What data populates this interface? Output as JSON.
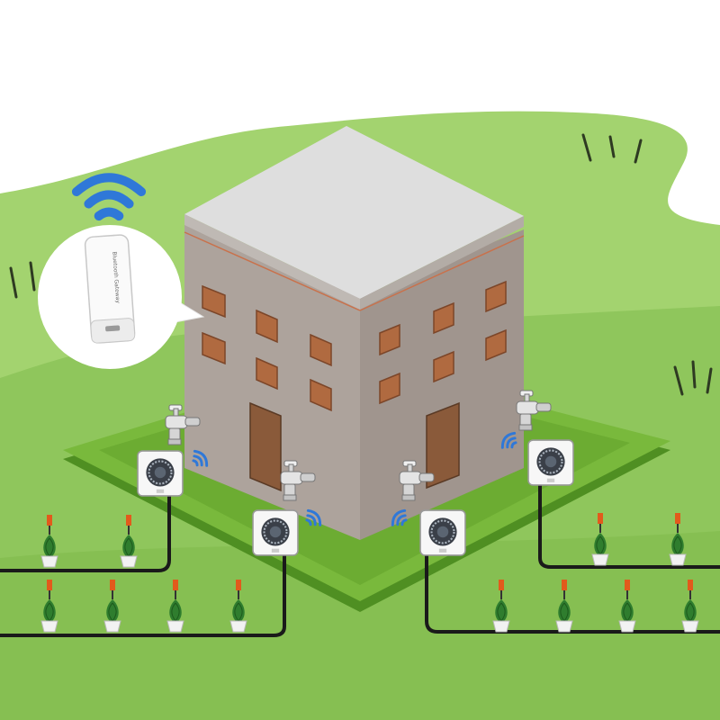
{
  "scene": {
    "description_free": true,
    "colors": {
      "lawn_light": "#9ed06c",
      "lawn_main": "#8cc45a",
      "lawn_platform": "#79b93c",
      "lawn_platform_edge": "#4f8f22",
      "roof": "#dedede",
      "wall_left": "#ada39c",
      "wall_right": "#a0958e",
      "window": "#b06a40",
      "door": "#8a5a3a",
      "pipe": "#1a1a1a",
      "wifi": "#2f78d8",
      "dripper": "#e25a1c",
      "plant": "#2f7d2e",
      "pot": "#f2f2f2"
    }
  },
  "gateway": {
    "icon": "wifi-icon",
    "label": "Bluetooth Gateway"
  },
  "valves": [
    {
      "id": "valve-1",
      "icon": "water-timer-icon",
      "signal": "wifi-icon"
    },
    {
      "id": "valve-2",
      "icon": "water-timer-icon",
      "signal": "wifi-icon"
    },
    {
      "id": "valve-3",
      "icon": "water-timer-icon",
      "signal": "wifi-icon"
    },
    {
      "id": "valve-4",
      "icon": "water-timer-icon",
      "signal": "wifi-icon"
    }
  ]
}
